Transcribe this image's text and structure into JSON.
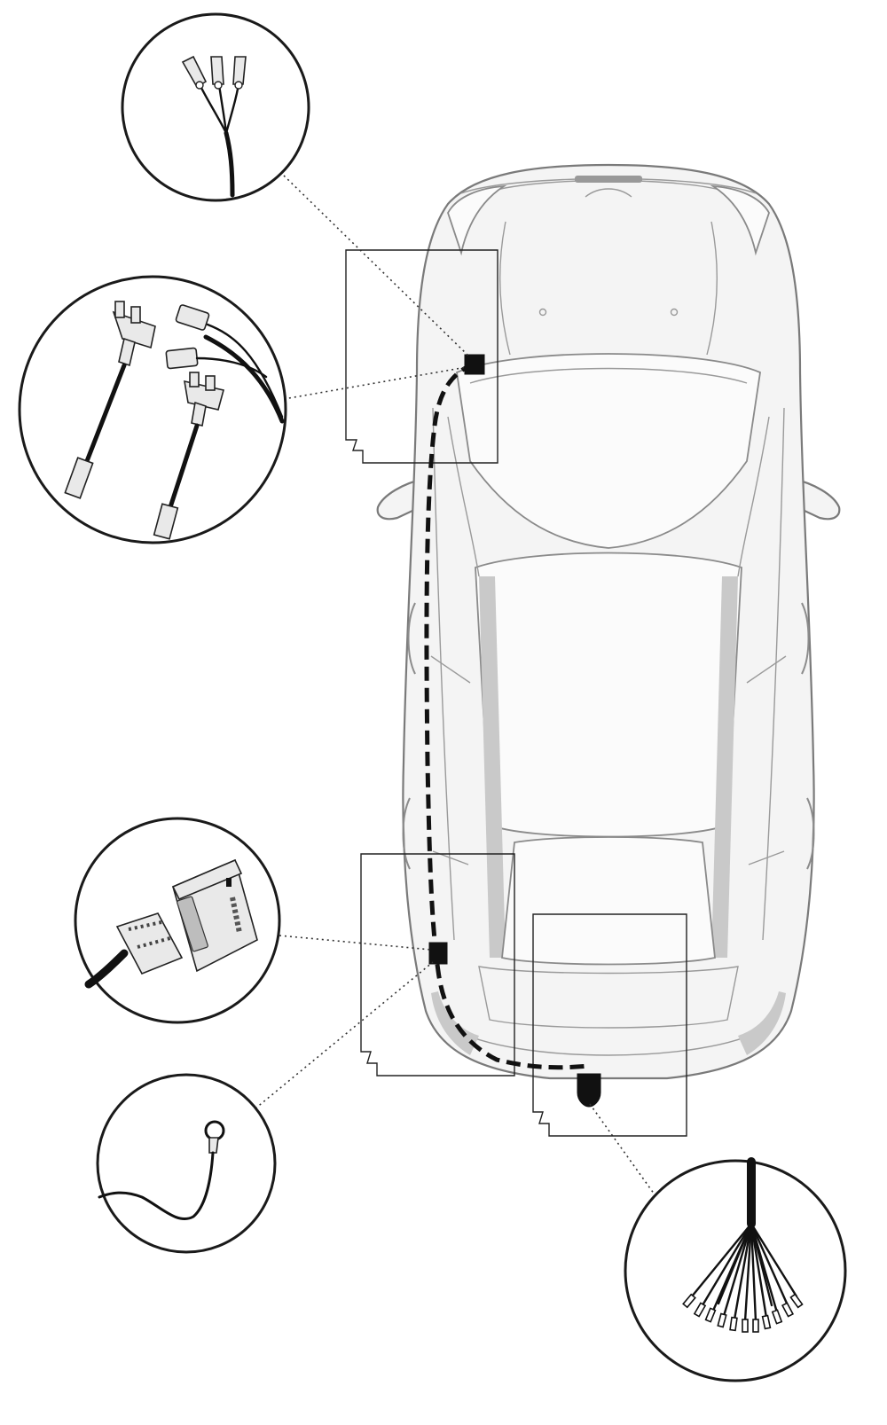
{
  "diagram": {
    "subject": "vehicle-wiring-harness-installation",
    "components": [
      {
        "id": "battery-clips",
        "icon": "three-clip-terminals-icon"
      },
      {
        "id": "fuse-taps",
        "icon": "fuse-tap-connectors-icon"
      },
      {
        "id": "control-module",
        "icon": "multi-pin-module-connector-icon"
      },
      {
        "id": "ground-eyelet",
        "icon": "ring-terminal-icon"
      },
      {
        "id": "towbar-socket-wires",
        "icon": "loose-wire-bundle-icon"
      }
    ],
    "colors": {
      "line": "#1a1a1a",
      "car_outline": "#7a7a7a",
      "car_fill": "#f4f4f4",
      "harness": "#111111"
    }
  }
}
